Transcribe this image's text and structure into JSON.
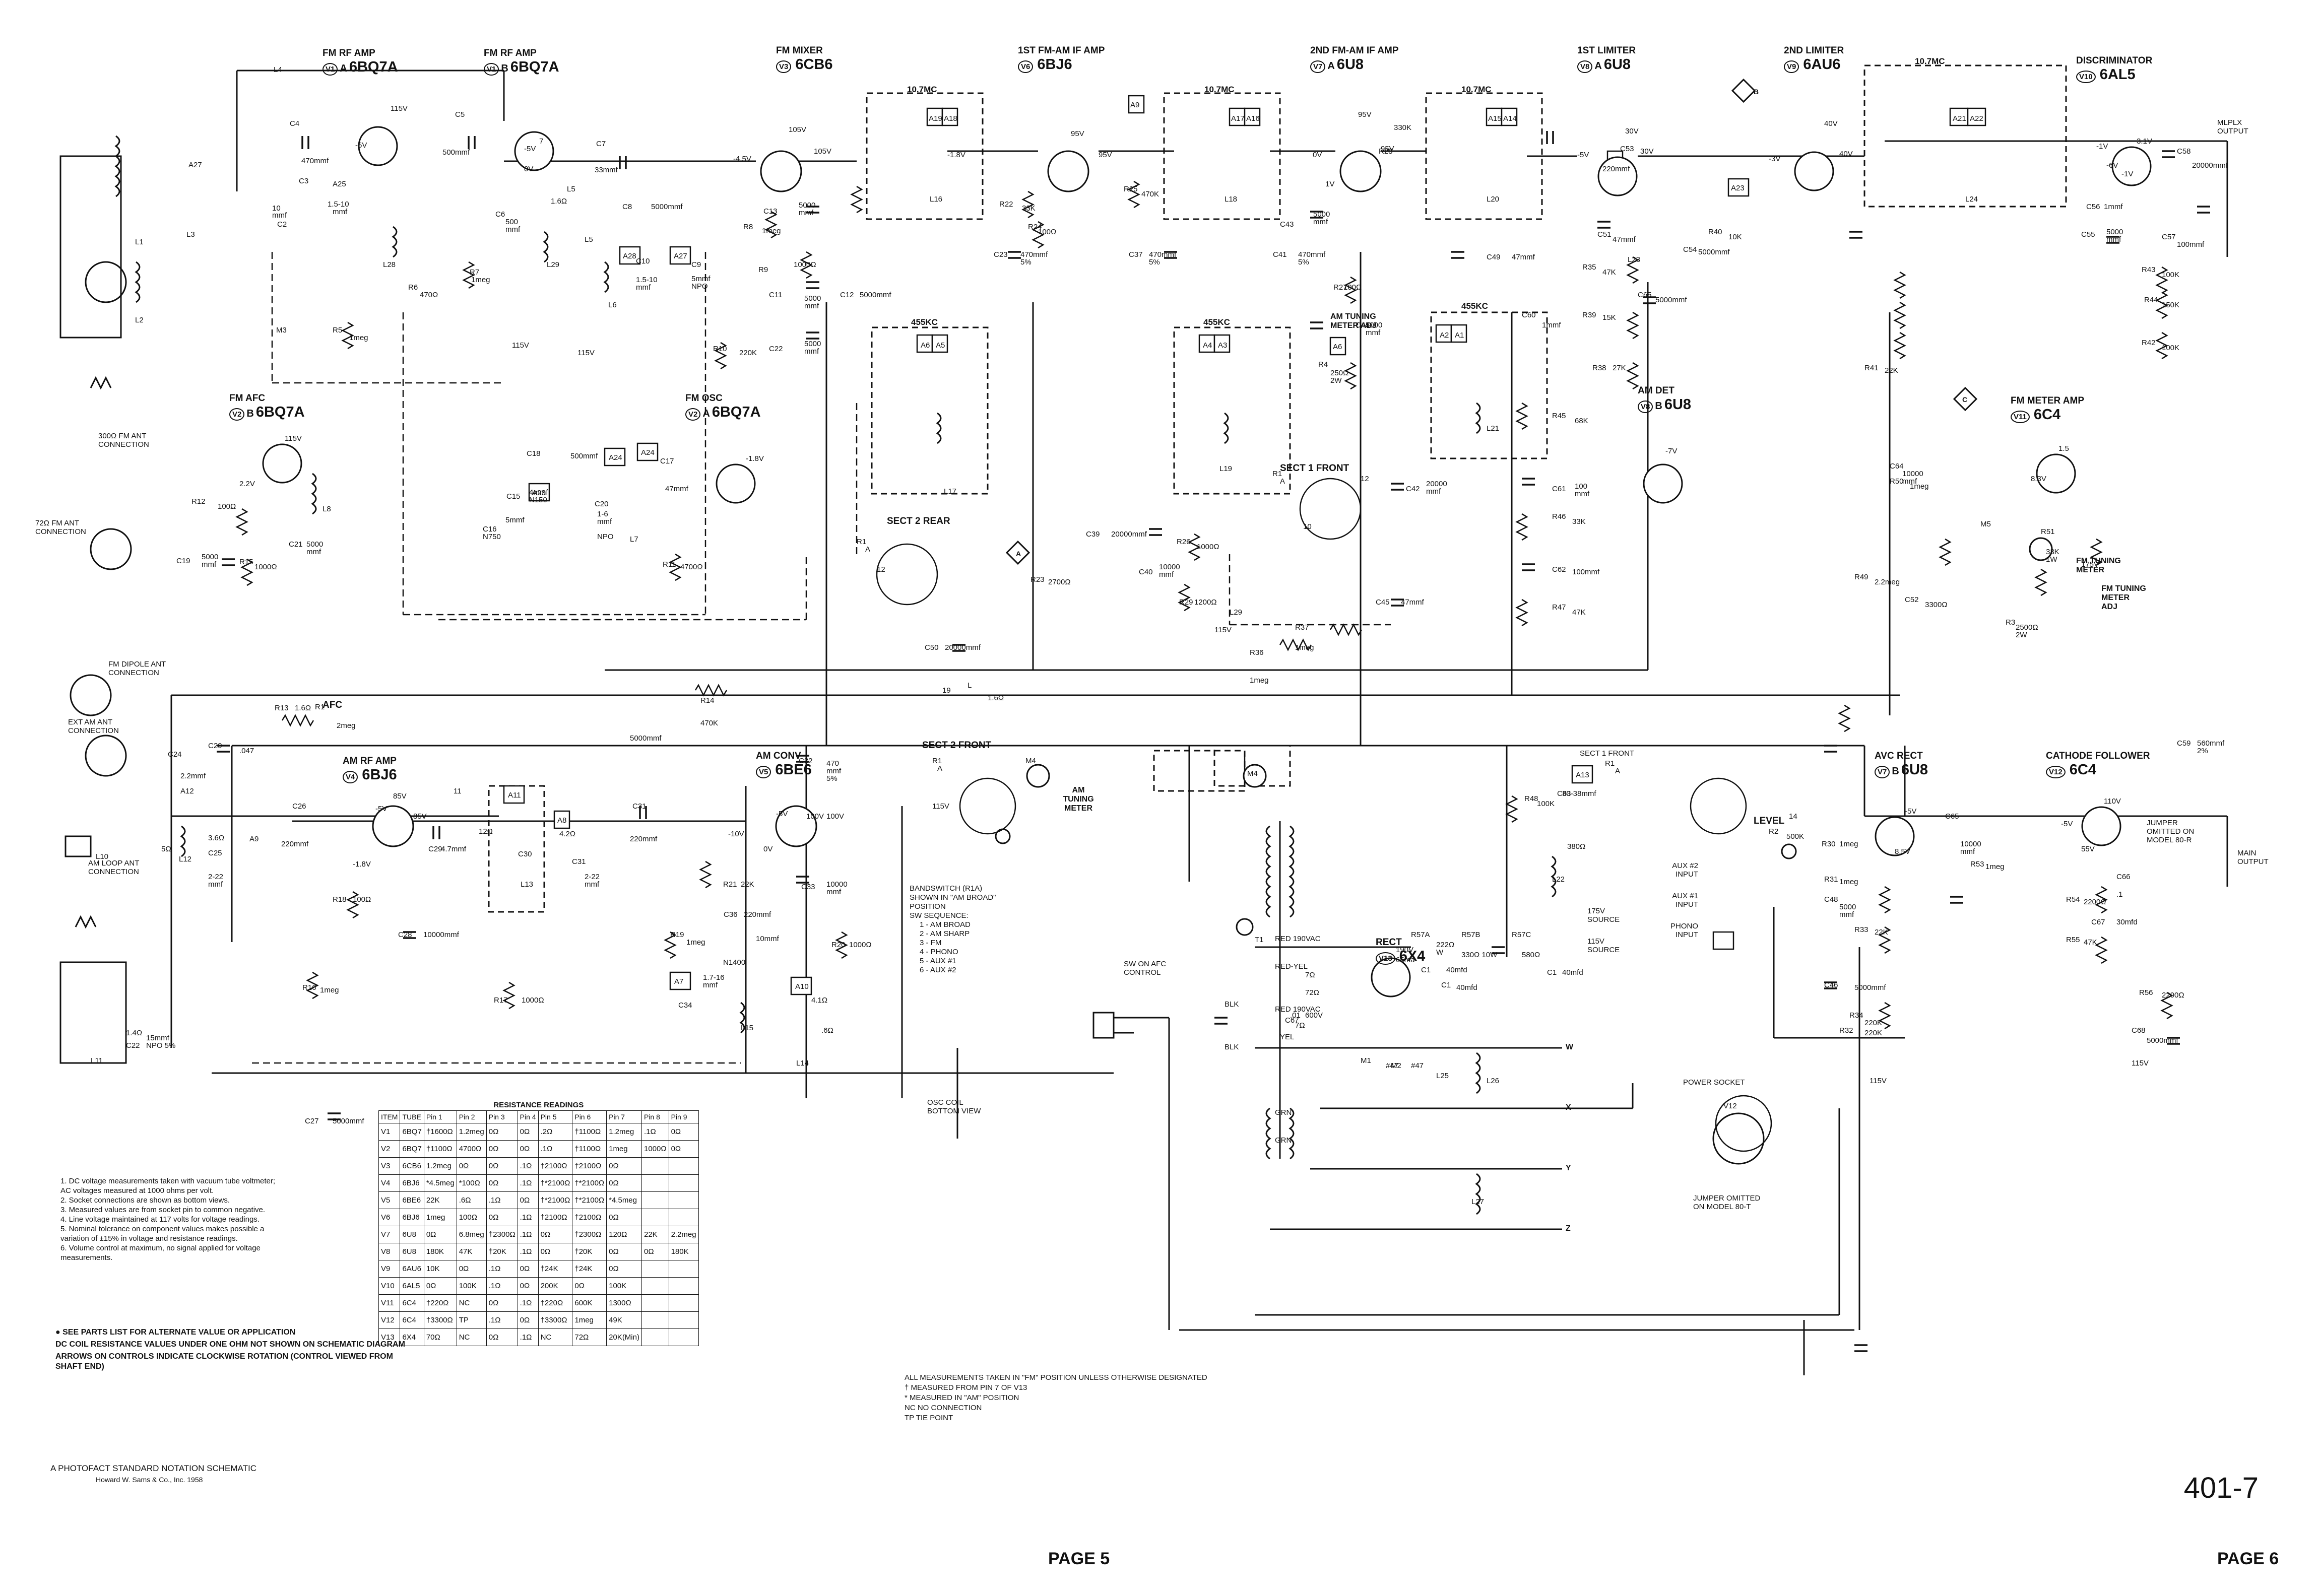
{
  "tubes": [
    {
      "id": "tube-v1a",
      "title": "FM RF AMP",
      "designator": "V1",
      "section": "A",
      "type": "6BQ7A"
    },
    {
      "id": "tube-v1b",
      "title": "FM RF AMP",
      "designator": "V1",
      "section": "B",
      "type": "6BQ7A"
    },
    {
      "id": "tube-v3",
      "title": "FM MIXER",
      "designator": "V3",
      "section": "",
      "type": "6CB6"
    },
    {
      "id": "tube-v6",
      "title": "1ST FM-AM IF AMP",
      "designator": "V6",
      "section": "",
      "type": "6BJ6"
    },
    {
      "id": "tube-v7a",
      "title": "2ND FM-AM IF AMP",
      "designator": "V7",
      "section": "A",
      "type": "6U8"
    },
    {
      "id": "tube-v8a",
      "title": "1ST LIMITER",
      "designator": "V8",
      "section": "A",
      "type": "6U8"
    },
    {
      "id": "tube-v9",
      "title": "2ND LIMITER",
      "designator": "V9",
      "section": "",
      "type": "6AU6"
    },
    {
      "id": "tube-v10",
      "title": "DISCRIMINATOR",
      "designator": "V10",
      "section": "",
      "type": "6AL5"
    },
    {
      "id": "tube-v2b",
      "title": "FM AFC",
      "designator": "V2",
      "section": "B",
      "type": "6BQ7A"
    },
    {
      "id": "tube-v2a",
      "title": "FM OSC",
      "designator": "V2",
      "section": "A",
      "type": "6BQ7A"
    },
    {
      "id": "tube-v8b",
      "title": "AM DET",
      "designator": "V8",
      "section": "B",
      "type": "6U8"
    },
    {
      "id": "tube-v11",
      "title": "FM METER AMP",
      "designator": "V11",
      "section": "",
      "type": "6C4"
    },
    {
      "id": "tube-v4",
      "title": "AM RF AMP",
      "designator": "V4",
      "section": "",
      "type": "6BJ6"
    },
    {
      "id": "tube-v5",
      "title": "AM CONV",
      "designator": "V5",
      "section": "",
      "type": "6BE6"
    },
    {
      "id": "tube-v7b",
      "title": "AVC RECT",
      "designator": "V7",
      "section": "B",
      "type": "6U8"
    },
    {
      "id": "tube-v12",
      "title": "CATHODE FOLLOWER",
      "designator": "V12",
      "section": "",
      "type": "6C4"
    },
    {
      "id": "tube-v13",
      "title": "RECT",
      "designator": "V13",
      "section": "",
      "type": "6X4"
    }
  ],
  "freq_labels": {
    "mc1": "10.7MC",
    "mc2": "10.7MC",
    "mc3": "10.7MC",
    "mc4": "10.7MC",
    "kc1": "455KC",
    "kc2": "455KC",
    "kc3": "455KC"
  },
  "connections": {
    "fm_ant_300": "300Ω FM ANT CONNECTION",
    "fm_ant_72": "72Ω FM ANT CONNECTION",
    "fm_dipole": "FM DIPOLE ANT CONNECTION",
    "ext_am": "EXT AM ANT CONNECTION",
    "am_loop": "AM LOOP ANT CONNECTION",
    "mplx": "MLPLX OUTPUT",
    "main_out": "MAIN OUTPUT",
    "aux2": "AUX #2 INPUT",
    "aux1": "AUX #1 INPUT",
    "phono": "PHONO INPUT",
    "b175": "175V SOURCE",
    "b115": "115V SOURCE",
    "power_socket": "POWER SOCKET"
  },
  "controls": {
    "afc": "AFC",
    "level": "LEVEL",
    "am_tuning_meter": "AM TUNING METER",
    "am_tuning_meter_adj": "AM TUNING METER ADJ",
    "fm_tuning_meter": "FM TUNING METER",
    "fm_tuning_meter_adj": "FM TUNING METER ADJ",
    "sw_afc": "SW ON AFC CONTROL",
    "sect2_rear": "SECT 2 REAR",
    "sect1_front": "SECT 1 FRONT",
    "sect2_front": "SECT 2 FRONT",
    "sect1_front_b": "SECT 1 FRONT",
    "osc_coil": "OSC COIL BOTTOM VIEW",
    "jumper_80r": "JUMPER OMITTED ON MODEL 80-R",
    "jumper_80t": "JUMPER OMITTED ON MODEL 80-T"
  },
  "bandswitch": {
    "heading": "BANDSWITCH (R1A) SHOWN IN \"AM BROAD\" POSITION",
    "subheading": "SW SEQUENCE:",
    "items": [
      "1 - AM BROAD",
      "2 - AM SHARP",
      "3 - FM",
      "4 - PHONO",
      "5 - AUX #1",
      "6 - AUX #2"
    ]
  },
  "transformer": {
    "t1": "T1",
    "red1": "RED 190VAC",
    "redyel": "RED-YEL",
    "red2": "RED 190VAC",
    "blk1": "BLK",
    "blk2": "BLK",
    "yel": "YEL",
    "grn": "GRN",
    "grn2": "GRN",
    "cap": ".01 600V",
    "w": "W",
    "x": "X",
    "y": "Y",
    "z": "Z"
  },
  "table": {
    "title": "RESISTANCE READINGS",
    "headers": [
      "ITEM",
      "TUBE",
      "Pin 1",
      "Pin 2",
      "Pin 3",
      "Pin 4",
      "Pin 5",
      "Pin 6",
      "Pin 7",
      "Pin 8",
      "Pin 9"
    ],
    "rows": [
      [
        "V1",
        "6BQ7",
        "†1600Ω",
        "1.2meg",
        "0Ω",
        "0Ω",
        ".2Ω",
        "†1100Ω",
        "1.2meg",
        ".1Ω",
        "0Ω"
      ],
      [
        "V2",
        "6BQ7",
        "†1100Ω",
        "4700Ω",
        "0Ω",
        "0Ω",
        ".1Ω",
        "†1100Ω",
        "1meg",
        "1000Ω",
        "0Ω"
      ],
      [
        "V3",
        "6CB6",
        "1.2meg",
        "0Ω",
        "0Ω",
        ".1Ω",
        "†2100Ω",
        "†2100Ω",
        "0Ω",
        "",
        ""
      ],
      [
        "V4",
        "6BJ6",
        "*4.5meg",
        "*100Ω",
        "0Ω",
        ".1Ω",
        "†*2100Ω",
        "†*2100Ω",
        "0Ω",
        "",
        ""
      ],
      [
        "V5",
        "6BE6",
        "22K",
        ".6Ω",
        ".1Ω",
        "0Ω",
        "†*2100Ω",
        "†*2100Ω",
        "*4.5meg",
        "",
        ""
      ],
      [
        "V6",
        "6BJ6",
        "1meg",
        "100Ω",
        "0Ω",
        ".1Ω",
        "†2100Ω",
        "†2100Ω",
        "0Ω",
        "",
        ""
      ],
      [
        "V7",
        "6U8",
        "0Ω",
        "6.8meg",
        "†2300Ω",
        ".1Ω",
        "0Ω",
        "†2300Ω",
        "120Ω",
        "22K",
        "2.2meg"
      ],
      [
        "V8",
        "6U8",
        "180K",
        "47K",
        "†20K",
        ".1Ω",
        "0Ω",
        "†20K",
        "0Ω",
        "0Ω",
        "180K"
      ],
      [
        "V9",
        "6AU6",
        "10K",
        "0Ω",
        ".1Ω",
        "0Ω",
        "†24K",
        "†24K",
        "0Ω",
        "",
        ""
      ],
      [
        "V10",
        "6AL5",
        "0Ω",
        "100K",
        ".1Ω",
        "0Ω",
        "200K",
        "0Ω",
        "100K",
        "",
        ""
      ],
      [
        "V11",
        "6C4",
        "†220Ω",
        "NC",
        "0Ω",
        ".1Ω",
        "†220Ω",
        "600K",
        "1300Ω",
        "",
        ""
      ],
      [
        "V12",
        "6C4",
        "†3300Ω",
        "TP",
        ".1Ω",
        "0Ω",
        "†3300Ω",
        "1meg",
        "49K",
        "",
        ""
      ],
      [
        "V13",
        "6X4",
        "70Ω",
        "NC",
        "0Ω",
        ".1Ω",
        "NC",
        "72Ω",
        "20K(Min)",
        "",
        ""
      ]
    ]
  },
  "notes": [
    "1.  DC voltage measurements taken with vacuum tube voltmeter;",
    "     AC voltages measured at 1000 ohms per volt.",
    "2.  Socket connections are shown as bottom views.",
    "3.  Measured values are from socket pin to common negative.",
    "4.  Line voltage maintained at 117 volts for voltage readings.",
    "5.  Nominal tolerance on component values makes possible a",
    "     variation of ±15% in voltage and resistance readings.",
    "6.  Volume control at maximum, no signal applied for voltage",
    "     measurements."
  ],
  "bold_notes": [
    "● SEE PARTS LIST FOR ALTERNATE VALUE OR APPLICATION",
    "DC COIL RESISTANCE VALUES UNDER ONE OHM NOT SHOWN ON SCHEMATIC DIAGRAM",
    "ARROWS ON CONTROLS INDICATE CLOCKWISE ROTATION (CONTROL VIEWED FROM SHAFT END)"
  ],
  "measurement_notes": [
    "ALL MEASUREMENTS TAKEN IN \"FM\" POSITION UNLESS OTHERWISE DESIGNATED",
    "†    MEASURED FROM PIN 7 OF V13",
    "*    MEASURED IN \"AM\" POSITION",
    "NC  NO CONNECTION",
    "TP  TIE POINT"
  ],
  "footer": {
    "photofact": "A PHOTOFACT STANDARD NOTATION SCHEMATIC",
    "sams": "Howard W. Sams & Co., Inc. 1958",
    "page5": "PAGE 5",
    "page6": "PAGE 6",
    "doc": "401-7"
  }
}
